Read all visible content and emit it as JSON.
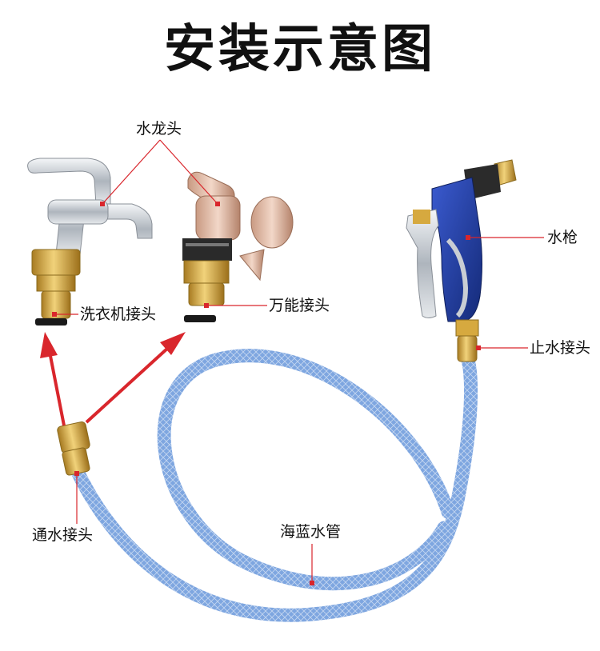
{
  "title": "安装示意图",
  "labels": {
    "faucet": "水龙头",
    "washer_connector": "洗衣机接头",
    "universal_connector": "万能接头",
    "spray_gun": "水枪",
    "stop_connector": "止水接头",
    "through_connector": "通水接头",
    "hose": "海蓝水管"
  },
  "colors": {
    "leader_line": "#d9262c",
    "arrow": "#d9262c",
    "hose": "#7ea6e0",
    "brass": "#d6a93f",
    "chrome": "#c9ced4",
    "gun_blue": "#1f3a9c"
  }
}
